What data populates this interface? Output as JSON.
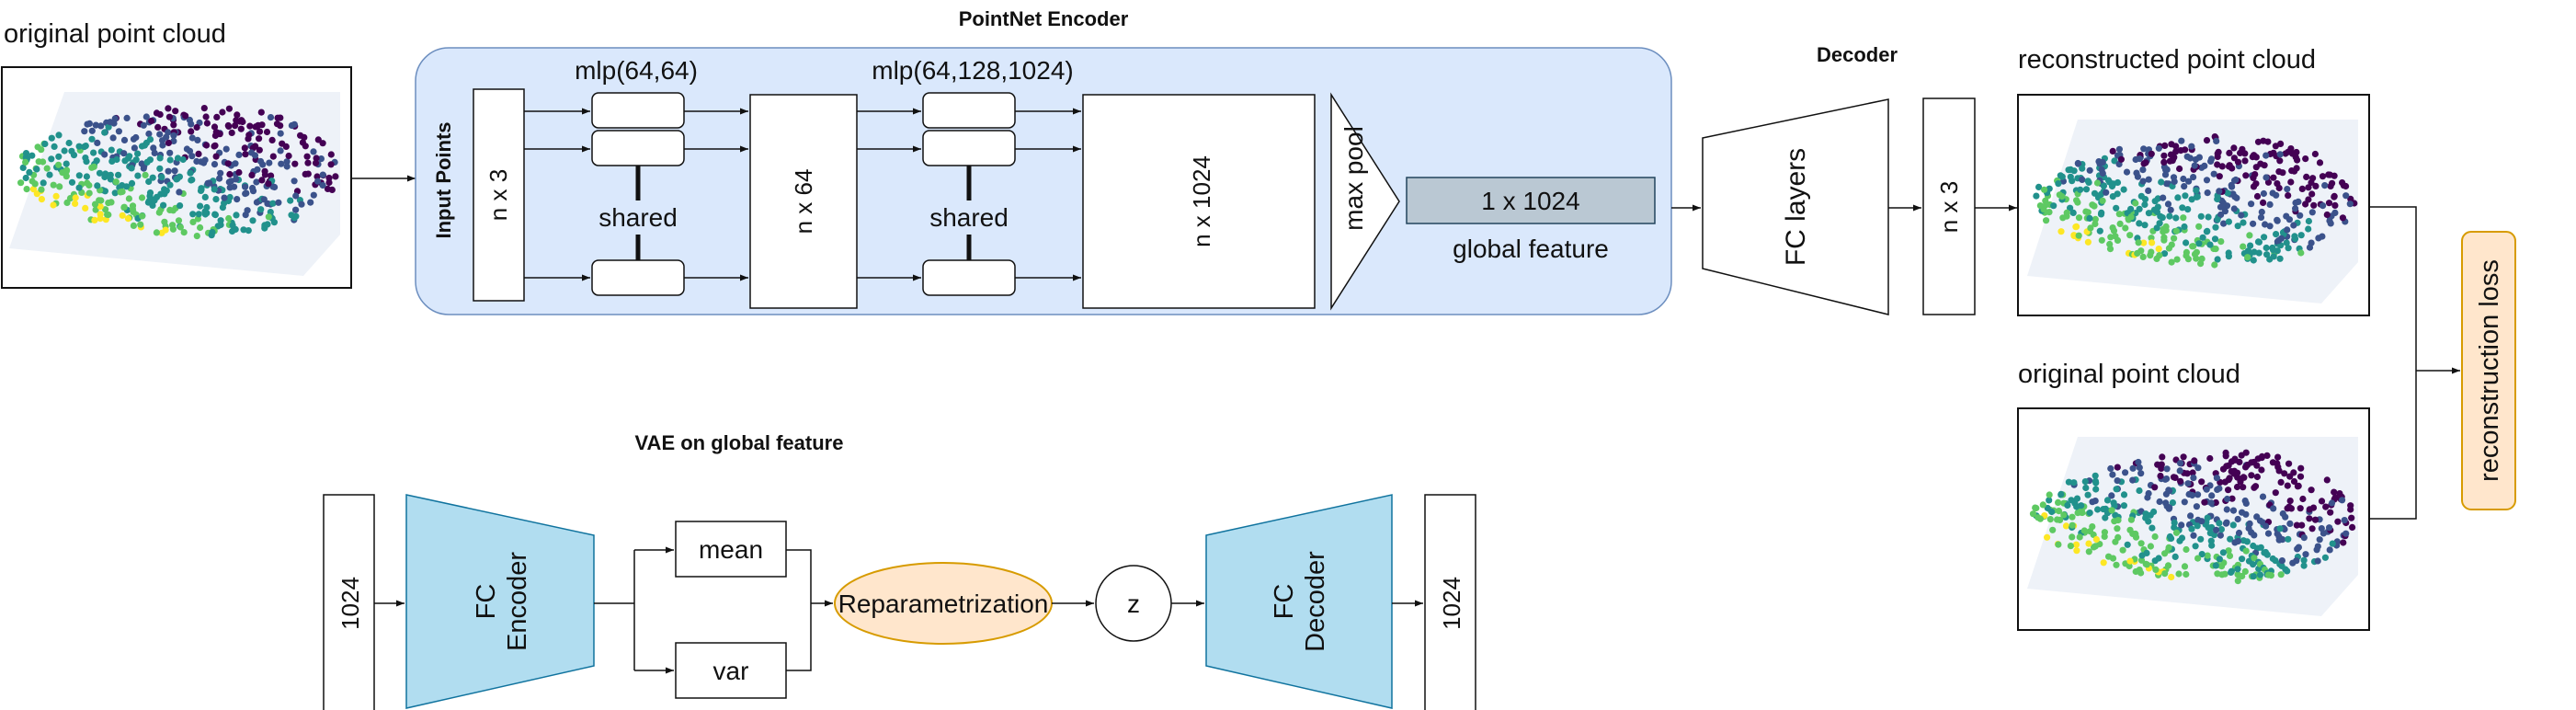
{
  "titles": {
    "encoder": "PointNet Encoder",
    "decoder": "Decoder",
    "vae": "VAE on global feature"
  },
  "captions": {
    "original_top": "original point cloud",
    "reconstructed": "reconstructed point cloud",
    "original_right": "original point cloud"
  },
  "encoder": {
    "input_label": "Input Points",
    "input_dim": "n x 3",
    "mlp1": "mlp(64,64)",
    "mlp2": "mlp(64,128,1024)",
    "shared1": "shared",
    "shared2": "shared",
    "feat64": "n x 64",
    "feat1024": "n x 1024",
    "maxpool": "max pool",
    "global_dim": "1 x 1024",
    "global_label": "global feature"
  },
  "decoder": {
    "fc": "FC layers",
    "output_dim": "n x 3"
  },
  "loss": "reconstruction loss",
  "vae": {
    "input": "1024",
    "fc_encoder": [
      "FC",
      "Encoder"
    ],
    "mean": "mean",
    "var": "var",
    "reparam": "Reparametrization",
    "z": "z",
    "fc_decoder": [
      "FC",
      "Decoder"
    ],
    "output": "1024"
  },
  "colors": {
    "encoder_panel": "#dae8fc",
    "encoder_panel_border": "#6c8ebf",
    "global_feature_fill": "#bac8d3",
    "vae_block_fill": "#b1ddf0",
    "vae_block_border": "#10739e",
    "orange_fill": "#ffe6cc",
    "orange_border": "#d79b00",
    "cloud_palette": [
      "#440154",
      "#3b528b",
      "#21918c",
      "#5ec962",
      "#fde725"
    ]
  }
}
